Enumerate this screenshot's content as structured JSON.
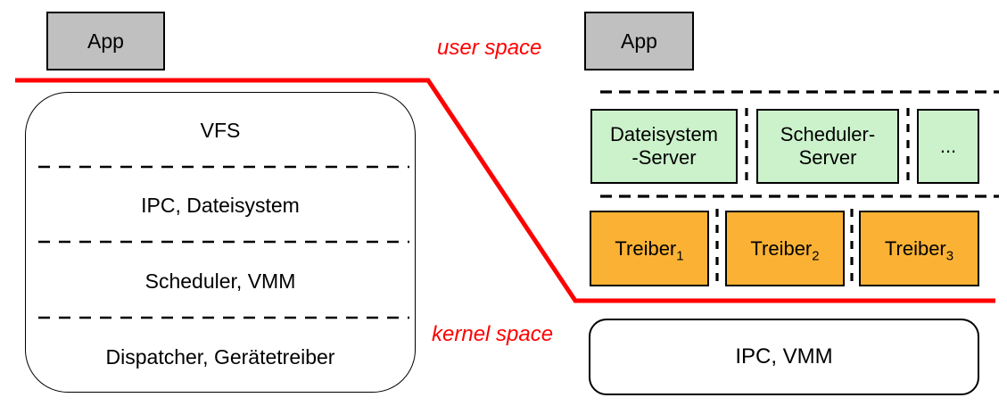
{
  "labels": {
    "user_space": "user space",
    "kernel_space": "kernel space"
  },
  "colors": {
    "boundary_red": "#ff0000",
    "app_gray": "#c0c0c0",
    "server_green": "#ccf2cc",
    "driver_orange": "#fbb234"
  },
  "monolithic": {
    "app_label": "App",
    "layers": [
      "VFS",
      "IPC, Dateisystem",
      "Scheduler, VMM",
      "Dispatcher, Gerätetreiber"
    ]
  },
  "microkernel": {
    "app_label": "App",
    "servers": [
      {
        "line1": "Dateisystem",
        "line2": "-Server"
      },
      {
        "line1": "Scheduler-",
        "line2": "Server"
      },
      {
        "line1": "...",
        "line2": ""
      }
    ],
    "drivers": [
      {
        "name": "Treiber",
        "sub": "1"
      },
      {
        "name": "Treiber",
        "sub": "2"
      },
      {
        "name": "Treiber",
        "sub": "3"
      }
    ],
    "kernel_box": "IPC, VMM"
  }
}
